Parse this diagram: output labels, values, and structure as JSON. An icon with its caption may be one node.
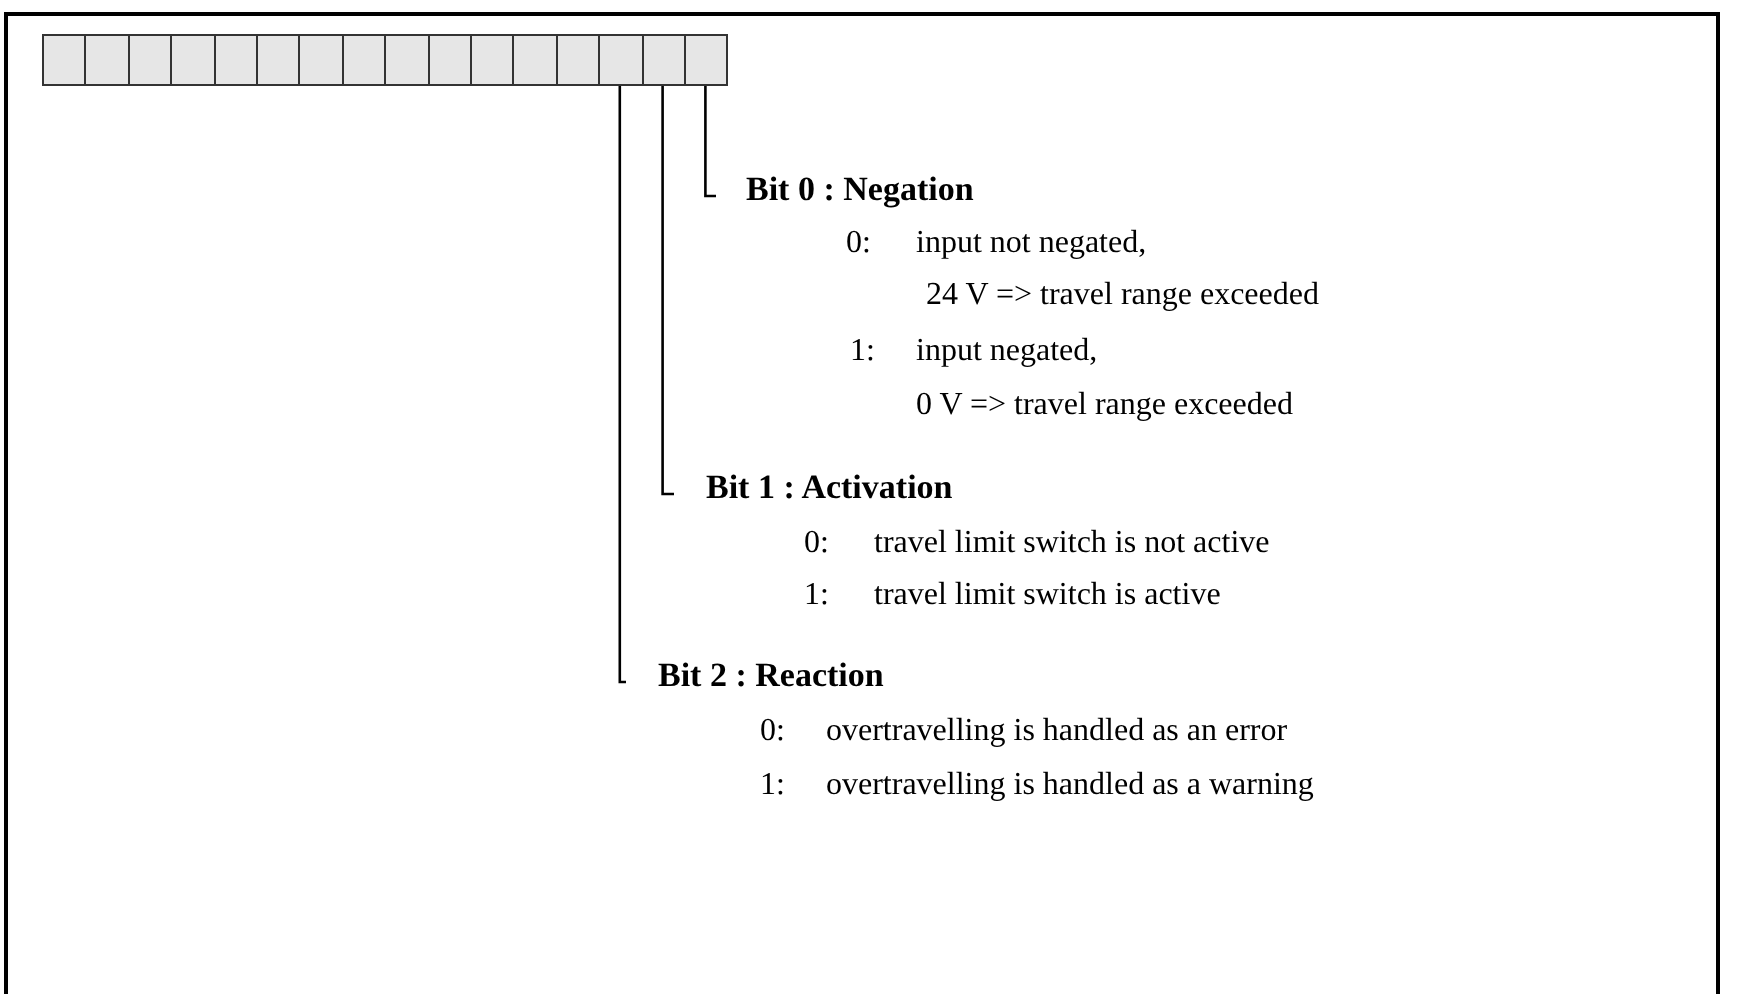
{
  "diagram": {
    "nodes": [
      {
        "text": [],
        "shape": "box"
      },
      {
        "text": [],
        "shape": "box"
      },
      {
        "text": [],
        "shape": "box"
      },
      {
        "text": [],
        "shape": "box"
      },
      {
        "text": [],
        "shape": "box"
      },
      {
        "text": [],
        "shape": "box"
      },
      {
        "text": [],
        "shape": "box"
      },
      {
        "text": [],
        "shape": "box"
      },
      {
        "text": [],
        "shape": "box"
      },
      {
        "text": [],
        "shape": "box"
      },
      {
        "text": [],
        "shape": "box"
      },
      {
        "text": [],
        "shape": "box"
      },
      {
        "text": [],
        "shape": "box"
      },
      {
        "text": [],
        "shape": "box"
      },
      {
        "text": [],
        "shape": "box"
      },
      {
        "text": [],
        "shape": "box"
      },
      {
        "text": [
          "Bit 0 : Negation",
          "0:",
          "input not negated,",
          "24 V => travel range exceeded",
          "1:",
          "input negated,",
          "0 V => travel range exceeded"
        ]
      },
      {
        "text": [
          "Bit 1 : Activation",
          "0:",
          "travel limit switch is not active",
          "1:",
          "travel limit switch is active"
        ]
      },
      {
        "text": [
          "Bit 2 : Reaction",
          "0:",
          "overtravelling is handled as an error",
          "1:",
          "overtravelling is handled as a warning"
        ]
      }
    ],
    "edges": [
      {
        "from": 15,
        "to": 16,
        "arrow": "none"
      },
      {
        "from": 14,
        "to": 17,
        "arrow": "none"
      },
      {
        "from": 13,
        "to": 18,
        "arrow": "none"
      }
    ]
  }
}
